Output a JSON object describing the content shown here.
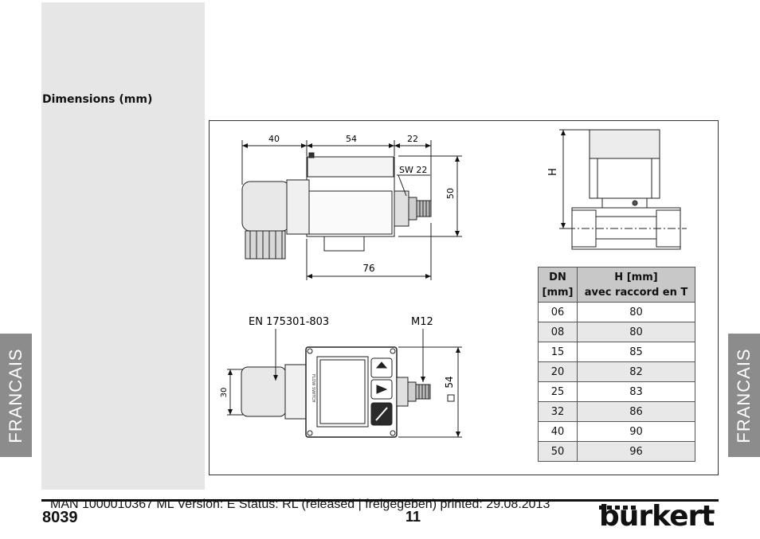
{
  "side_tab": {
    "left_label": "FRANCAIS",
    "right_label": "FRANCAIS"
  },
  "section_title": "Dimensions (mm)",
  "drawing": {
    "dim_40": "40",
    "dim_54": "54",
    "dim_22": "22",
    "wrench": "SW 22",
    "dim_50": "50",
    "dim_76": "76",
    "connector_std": "EN 175301-803",
    "connector_m12": "M12",
    "dim_30": "30",
    "dim_square_54": "54",
    "height_label": "H"
  },
  "table": {
    "header_dn": [
      "DN",
      "[mm]"
    ],
    "header_h": [
      "H [mm]",
      "avec raccord en T"
    ],
    "rows": [
      {
        "dn": "06",
        "h": "80"
      },
      {
        "dn": "08",
        "h": "80"
      },
      {
        "dn": "15",
        "h": "85"
      },
      {
        "dn": "20",
        "h": "82"
      },
      {
        "dn": "25",
        "h": "83"
      },
      {
        "dn": "32",
        "h": "86"
      },
      {
        "dn": "40",
        "h": "90"
      },
      {
        "dn": "50",
        "h": "96"
      }
    ]
  },
  "footer": {
    "meta": "MAN  1000010367  ML  Version: E Status: RL (released | freigegeben)  printed: 29.08.2013",
    "doc_number": "8039",
    "page_number": "11",
    "brand": "burkert"
  }
}
